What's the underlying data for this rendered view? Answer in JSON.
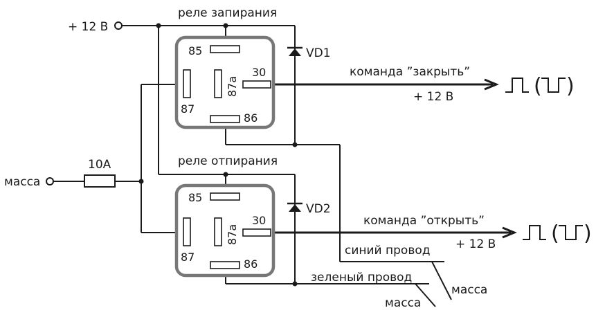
{
  "labels": {
    "plus12_top": "+ 12 В",
    "relay_lock": "реле запирания",
    "relay_unlock": "реле отпирания",
    "vd1": "VD1",
    "vd2": "VD2",
    "cmd_close": "команда ”закрыть”",
    "cmd_open": "команда ”открыть”",
    "plus12_close": "+ 12 В",
    "plus12_open": "+ 12 В",
    "fuse": "10А",
    "ground_left": "масса",
    "blue_wire": "синий провод",
    "green_wire": "зеленый провод",
    "ground_right": "масса",
    "ground_bottom": "масса"
  },
  "relay1": {
    "p85": "85",
    "p87a": "87а",
    "p30": "30",
    "p87": "87",
    "p86": "86"
  },
  "relay2": {
    "p85": "85",
    "p87a": "87а",
    "p30": "30",
    "p87": "87",
    "p86": "86"
  },
  "pulse_close": {
    "bracket_open": "(",
    "bracket_close": ")"
  },
  "pulse_open": {
    "bracket_open": "(",
    "bracket_close": ")"
  },
  "colors": {
    "line": "#1a1a1a",
    "relay_frame": "#777777",
    "background": "#ffffff"
  }
}
